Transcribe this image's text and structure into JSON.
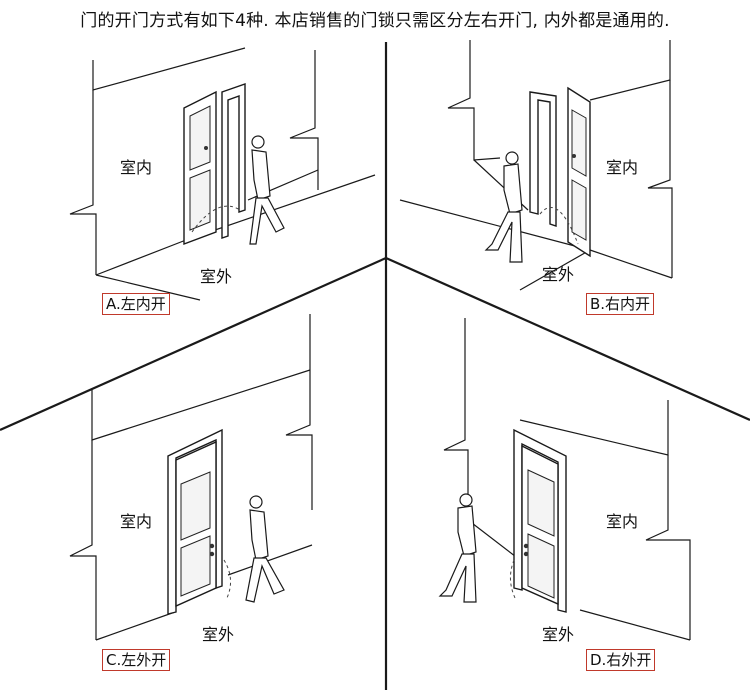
{
  "caption": "门的开门方式有如下4种. 本店销售的门锁只需区分左右开门, 内外都是通用的.",
  "panels": [
    {
      "id": "A",
      "indoor": "室内",
      "outdoor": "室外",
      "tag": "A.左内开"
    },
    {
      "id": "B",
      "indoor": "室内",
      "outdoor": "室外",
      "tag": "B.右内开"
    },
    {
      "id": "C",
      "indoor": "室内",
      "outdoor": "室外",
      "tag": "C.左外开"
    },
    {
      "id": "D",
      "indoor": "室内",
      "outdoor": "室外",
      "tag": "D.右外开"
    }
  ],
  "colors": {
    "tag_border": "#c0392b",
    "line": "#1a1a1a"
  }
}
